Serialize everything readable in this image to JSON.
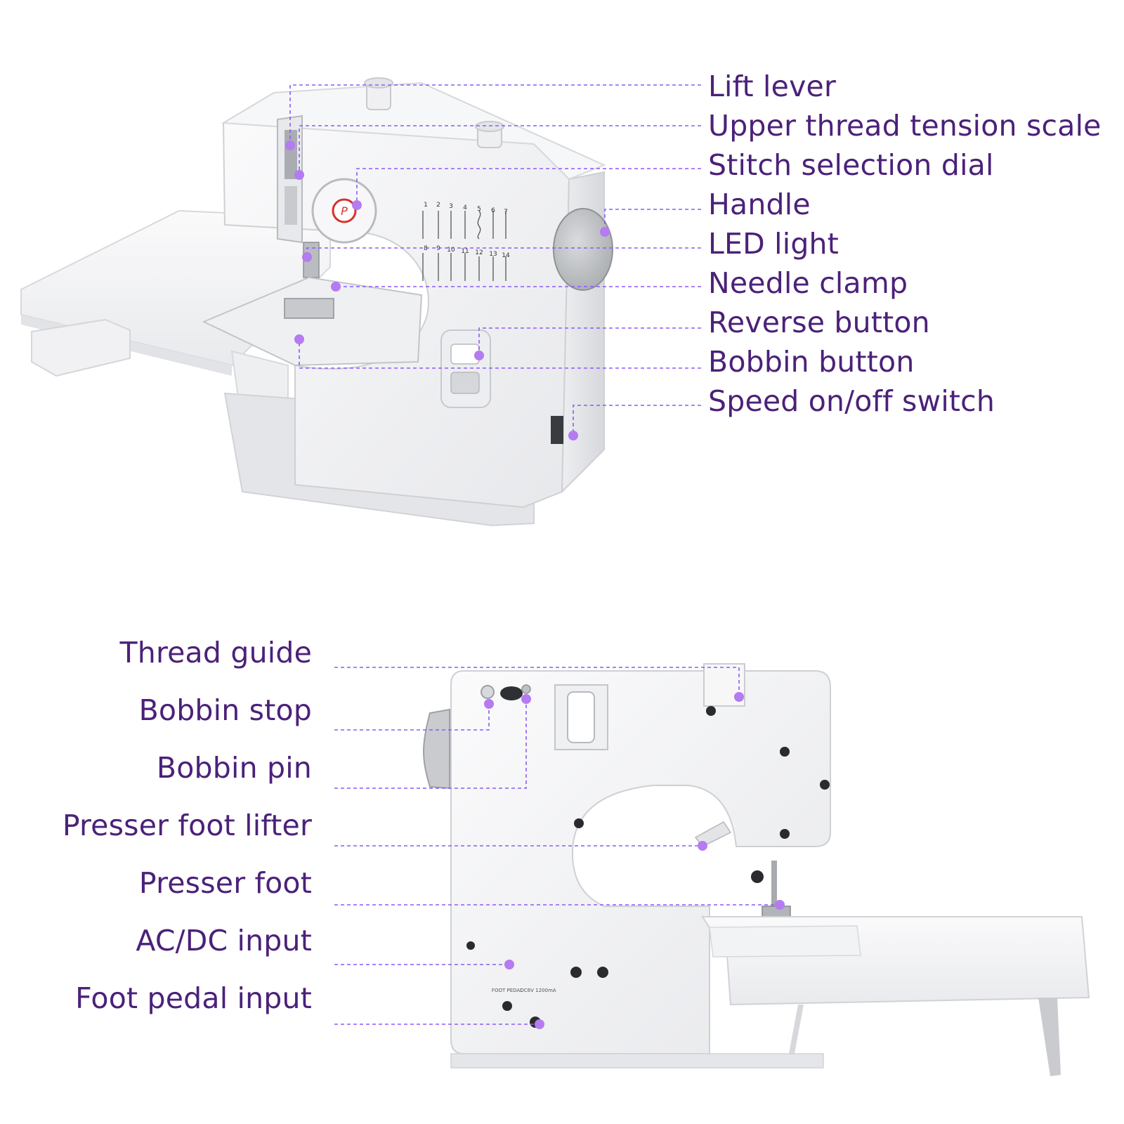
{
  "top_callouts": [
    {
      "label": "Lift lever"
    },
    {
      "label": "Upper thread tension scale"
    },
    {
      "label": "Stitch selection dial"
    },
    {
      "label": "Handle"
    },
    {
      "label": "LED light"
    },
    {
      "label": "Needle clamp"
    },
    {
      "label": "Reverse button"
    },
    {
      "label": "Bobbin button"
    },
    {
      "label": "Speed on/off switch"
    }
  ],
  "bottom_callouts": [
    {
      "label": "Thread guide"
    },
    {
      "label": "Bobbin stop"
    },
    {
      "label": "Bobbin pin"
    },
    {
      "label": "Presser foot lifter"
    },
    {
      "label": "Presser foot"
    },
    {
      "label": "AC/DC input"
    },
    {
      "label": "Foot pedal input"
    }
  ],
  "machine_markings": {
    "foot_pedal_port": "FOOT PEDAL",
    "dc_port": "DC6V 1200mA",
    "stitch_numbers_row1": [
      "1",
      "2",
      "3",
      "4",
      "5",
      "6",
      "7"
    ],
    "stitch_numbers_row2": [
      "8",
      "9",
      "10",
      "11",
      "12",
      "13",
      "14"
    ]
  },
  "colors": {
    "label_text": "#4b2179",
    "leader_line": "#8b5cf6",
    "marker_dot": "#b57bf0",
    "machine_body": "#f4f4f6",
    "machine_shade": "#dcdde1",
    "accent_red": "#d9302b"
  }
}
